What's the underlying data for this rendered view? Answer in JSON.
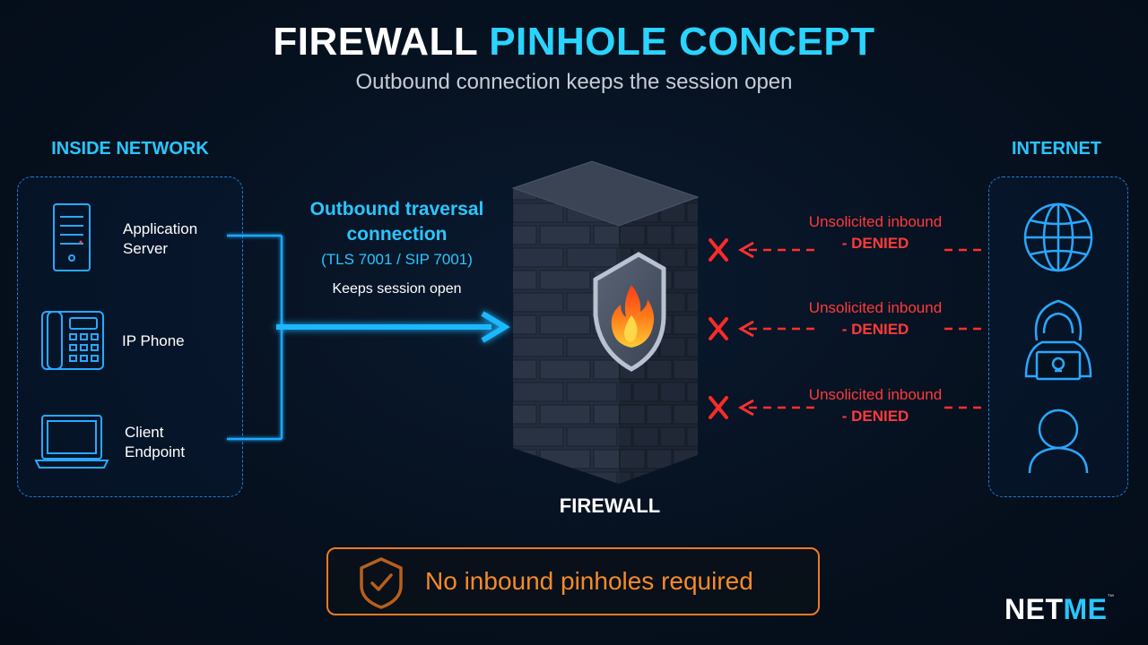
{
  "header": {
    "title_part1": "FIREWALL",
    "title_part2": "PINHOLE CONCEPT",
    "subtitle": "Outbound connection keeps the session open"
  },
  "inside": {
    "label": "INSIDE NETWORK",
    "devices": [
      {
        "line1": "Application",
        "line2": "Server",
        "icon": "server-icon"
      },
      {
        "line1": "IP Phone",
        "line2": "",
        "icon": "ip-phone-icon"
      },
      {
        "line1": "Client",
        "line2": "Endpoint",
        "icon": "laptop-icon"
      }
    ]
  },
  "outbound": {
    "title_line1": "Outbound traversal",
    "title_line2": "connection",
    "ports": "(TLS 7001 / SIP 7001)",
    "note": "Keeps session open"
  },
  "firewall": {
    "label": "FIREWALL",
    "icon": "shield-fire-icon"
  },
  "internet": {
    "label": "INTERNET",
    "sources": [
      {
        "icon": "globe-icon"
      },
      {
        "icon": "hacker-icon"
      },
      {
        "icon": "user-icon"
      }
    ]
  },
  "denied": [
    {
      "line1": "Unsolicited inbound",
      "line2": "- DENIED"
    },
    {
      "line1": "Unsolicited inbound",
      "line2": "- DENIED"
    },
    {
      "line1": "Unsolicited inbound",
      "line2": "- DENIED"
    }
  ],
  "footer": {
    "message": "No inbound pinholes required",
    "icon": "shield-check-icon"
  },
  "brand": {
    "part1": "NET",
    "part2": "ME",
    "tm": "™"
  },
  "colors": {
    "background": "#06111f",
    "accent_cyan": "#2ac6ff",
    "deny_red": "#ff3a3a",
    "footer_orange": "#f07a22"
  }
}
